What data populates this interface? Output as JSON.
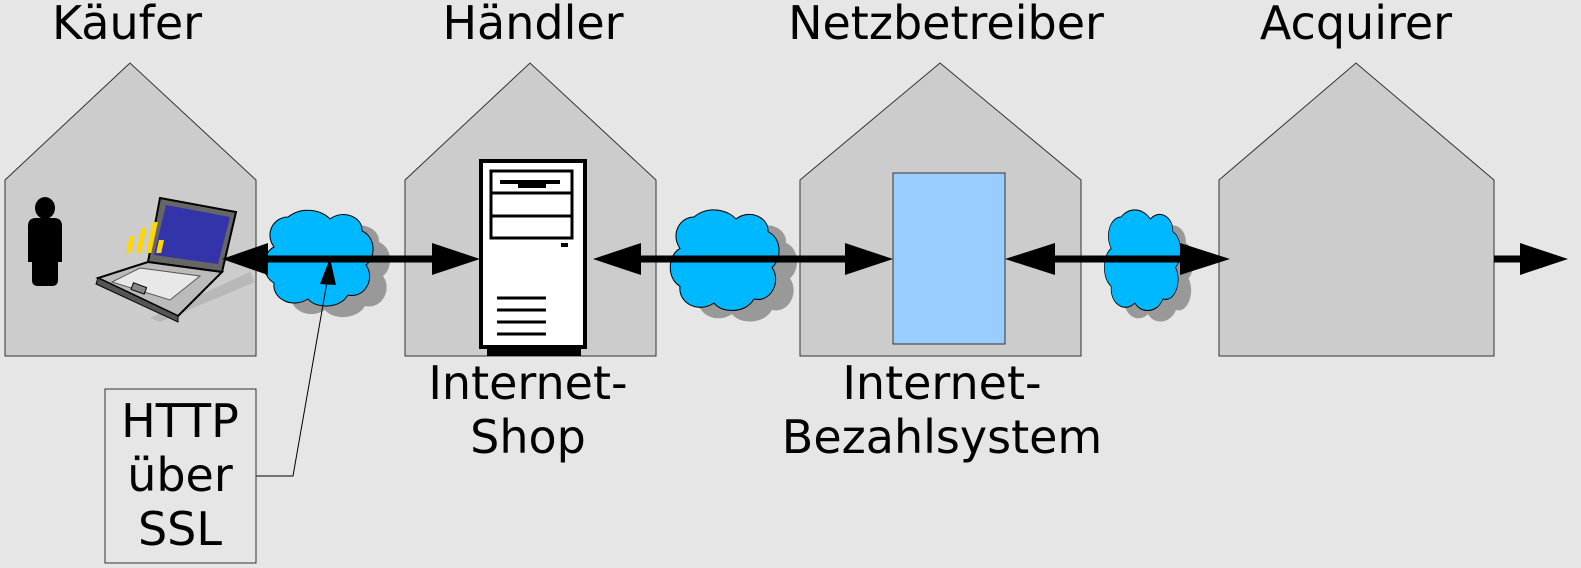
{
  "headers": {
    "kaeufer": "Käufer",
    "haendler": "Händler",
    "netzbetreiber": "Netzbetreiber",
    "acquirer": "Acquirer"
  },
  "captions": {
    "shop_line1": "Internet-",
    "shop_line2": "Shop",
    "pay_line1": "Internet-",
    "pay_line2": "Bezahlsystem"
  },
  "callout": {
    "line1": "HTTP",
    "line2": "über",
    "line3": "SSL"
  },
  "colors": {
    "background": "#e6e6e6",
    "house_fill": "#cccccc",
    "cloud": "#00b8ff",
    "payment_box": "#99ccff",
    "laptop_screen": "#3333aa",
    "chart_bars": "#ffd700"
  },
  "icons": [
    "person-icon",
    "laptop-icon",
    "server-icon",
    "network-cloud-icon",
    "payment-system-box"
  ]
}
